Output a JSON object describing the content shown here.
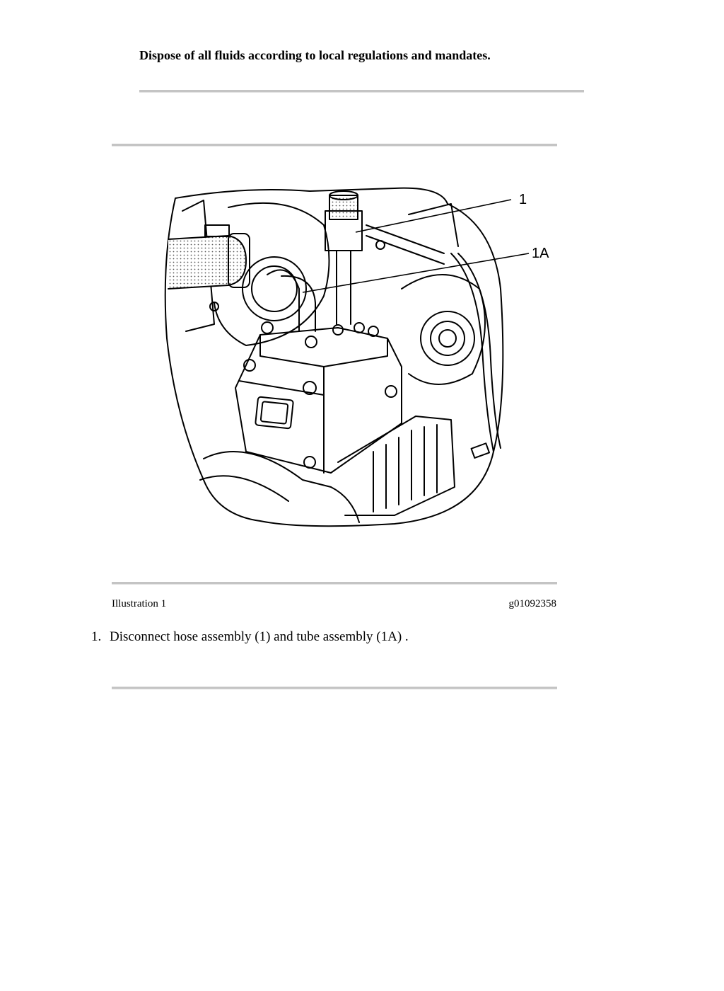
{
  "notice": "Dispose of all fluids according to local regulations and mandates.",
  "illustration": {
    "callouts": [
      "1",
      "1A"
    ],
    "caption_label": "Illustration 1",
    "graphic_id": "g01092358"
  },
  "steps": [
    {
      "number": "1.",
      "text": "Disconnect hose assembly (1) and tube assembly (1A) ."
    }
  ]
}
